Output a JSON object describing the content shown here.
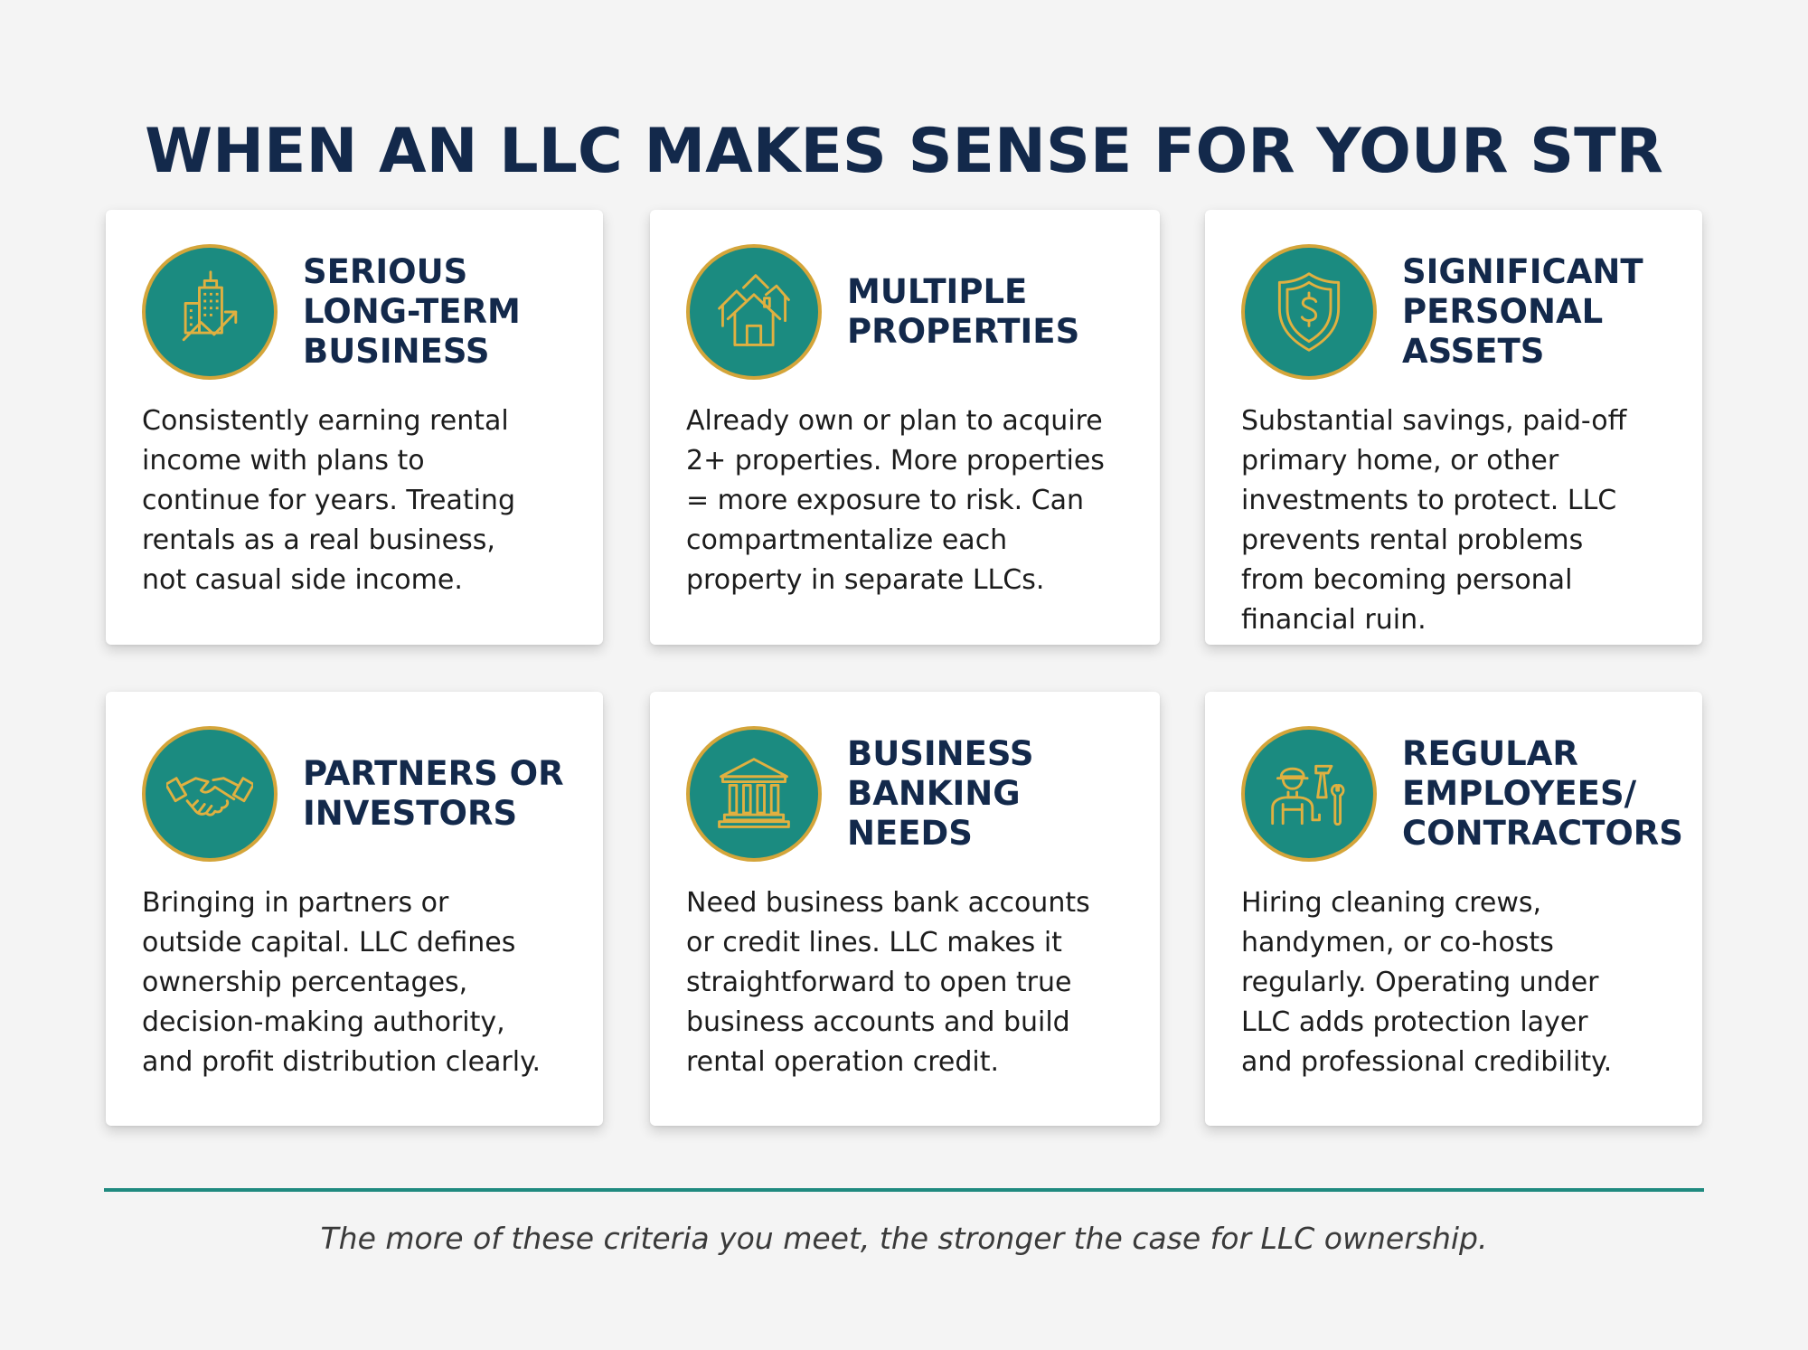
{
  "page": {
    "title": "WHEN AN LLC MAKES SENSE FOR YOUR STR",
    "footer_note": "The more of these criteria you meet, the stronger the case for LLC ownership."
  },
  "colors": {
    "title_navy": "#13294b",
    "icon_teal": "#1b8b80",
    "icon_gold": "#d4a53a",
    "divider_teal": "#1f8a7f",
    "background": "#f4f4f4"
  },
  "cards": [
    {
      "icon": "building-growth-icon",
      "title": "SERIOUS\nLONG-TERM\nBUSINESS",
      "body": "Consistently earning rental\nincome with plans to\ncontinue for years. Treating\nrentals as a real business,\nnot casual side income."
    },
    {
      "icon": "multiple-houses-icon",
      "title": "MULTIPLE\nPROPERTIES",
      "body": "Already own or plan to acquire\n2+ properties. More properties\n= more exposure to risk. Can\ncompartmentalize each\nproperty in separate LLCs."
    },
    {
      "icon": "shield-dollar-icon",
      "title": "SIGNIFICANT\nPERSONAL\nASSETS",
      "body": "Substantial savings, paid-off\nprimary home, or other\ninvestments to protect. LLC\nprevents rental problems\nfrom becoming personal\nfinancial ruin."
    },
    {
      "icon": "handshake-icon",
      "title": "PARTNERS OR\nINVESTORS",
      "body": "Bringing in partners or\noutside capital. LLC defines\nownership percentages,\ndecision-making authority,\nand profit distribution clearly."
    },
    {
      "icon": "bank-icon",
      "title": "BUSINESS\nBANKING\nNEEDS",
      "body": "Need business bank accounts\nor credit lines. LLC makes it\nstraightforward to open true\nbusiness accounts and build\nrental operation credit."
    },
    {
      "icon": "worker-tools-icon",
      "title": "REGULAR\nEMPLOYEES/\nCONTRACTORS",
      "body": "Hiring cleaning crews,\nhandymen, or co-hosts\nregularly. Operating under\nLLC adds protection layer\nand professional credibility."
    }
  ]
}
